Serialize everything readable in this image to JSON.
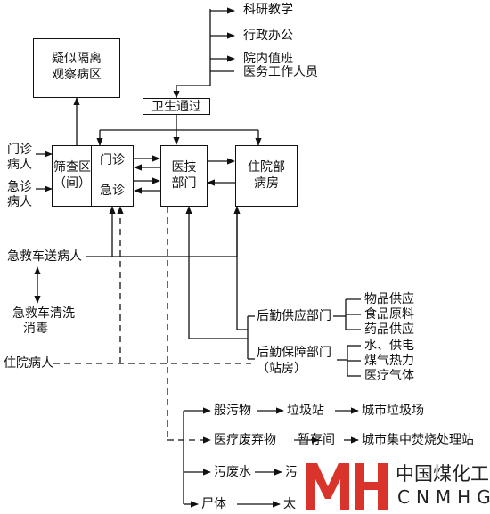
{
  "nodes": {
    "research": "科研教学",
    "admin": "行政办公",
    "duty": "院内值班",
    "staff": "医务工作人员",
    "isolation_l1": "疑似隔离",
    "isolation_l2": "观察病区",
    "sanitary": "卫生通过",
    "outpatient_patient_l1": "门诊",
    "outpatient_patient_l2": "病人",
    "emergency_patient_l1": "急诊",
    "emergency_patient_l2": "病人",
    "screening_l1": "筛查区",
    "screening_l2": "（间）",
    "outpatient": "门诊",
    "emergency": "急诊",
    "medtech_l1": "医技",
    "medtech_l2": "部门",
    "inpatient_l1": "住院部",
    "inpatient_l2": "病房",
    "ambulance_patient": "急救车送病人",
    "ambulance_clean_l1": "急救车清洗",
    "ambulance_clean_l2": "消毒",
    "inpatient_patient": "住院病人",
    "logistics_supply": "后勤供应部门",
    "logistics_support_l1": "后勤保障部门",
    "logistics_support_l2": "（站房）",
    "supply_goods": "物品供应",
    "supply_food": "食品原料",
    "supply_drugs": "药品供应",
    "support_water": "水、供电",
    "support_gas": "煤气热力",
    "support_medgas": "医疗气体",
    "waste_general": "般污物",
    "waste_station": "垃圾站",
    "waste_city": "城市垃圾场",
    "waste_medical": "医疗废弃物",
    "waste_temp": "暂存间",
    "waste_incinerate": "城市集中焚烧处理站",
    "waste_water": "污废水",
    "waste_water_dest": "污",
    "corpse": "尸体",
    "corpse_dest": "太"
  },
  "logo": {
    "mark": "MH",
    "name_cn": "中国煤化工",
    "name_en": "CNMHG",
    "color": "#d9342b"
  }
}
